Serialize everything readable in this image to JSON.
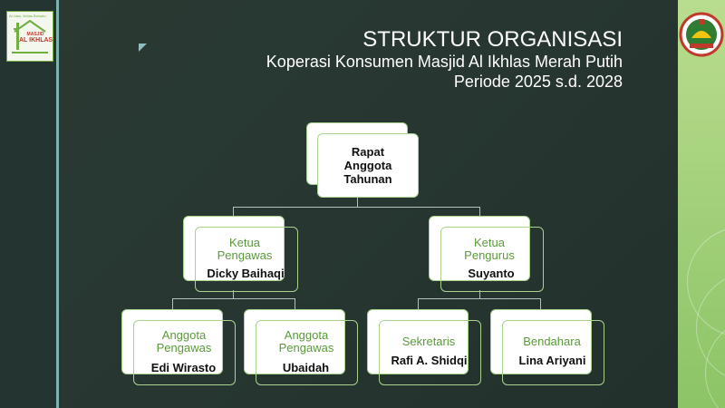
{
  "slide": {
    "title": "STRUKTUR ORGANISASI",
    "subtitle_line1": "Koperasi Konsumen  Masjid Al Ikhlas Merah Putih",
    "subtitle_line2": "Periode 2025 s.d. 2028"
  },
  "logos": {
    "masjid": {
      "top_text": "Ar-Idau, Ikhlas Bersatu",
      "name_line1": "MASJID",
      "name_line2": "AL IKHLAS"
    },
    "emblem": "emblem-icon"
  },
  "org": {
    "root": {
      "label_line1": "Rapat",
      "label_line2": "Anggota",
      "label_line3": "Tahunan"
    },
    "ketua_pengawas": {
      "role_line1": "Ketua",
      "role_line2": "Pengawas",
      "name": "Dicky Baihaqi"
    },
    "ketua_pengurus": {
      "role_line1": "Ketua",
      "role_line2": "Pengurus",
      "name": "Suyanto"
    },
    "anggota_pengawas_1": {
      "role_line1": "Anggota",
      "role_line2": "Pengawas",
      "name": "Edi Wirasto"
    },
    "anggota_pengawas_2": {
      "role_line1": "Anggota",
      "role_line2": "Pengawas",
      "name": "Ubaidah"
    },
    "sekretaris": {
      "role": "Sekretaris",
      "name": "Rafi A. Shidqi"
    },
    "bendahara": {
      "role": "Bendahara",
      "name": "Lina Ariyani"
    }
  },
  "colors": {
    "background": "#273631",
    "box_border": "#a9d28f",
    "role_text": "#5a9a3a",
    "connector": "#b7bfb9"
  }
}
